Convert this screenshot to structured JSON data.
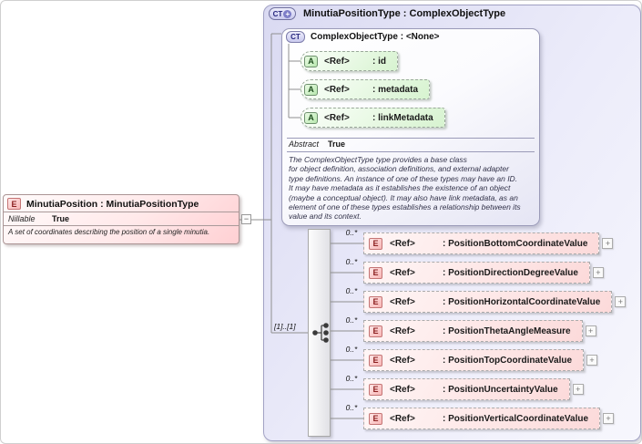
{
  "palette": {
    "type_fill": "#e3e3f7",
    "element_fill": "#fbd7d7",
    "attribute_fill": "#d9f3d2",
    "element_icon_red": "#8b1f1f",
    "ct_icon_blue": "#26267e"
  },
  "element_box": {
    "icon_letter": "E",
    "title": "MinutiaPosition : MinutiaPositionType",
    "nillable_label": "Nillable",
    "nillable_value": "True",
    "annotation": "A set of coordinates describing the position of a single minutia."
  },
  "connector": {
    "collapse_glyph": "−"
  },
  "type_box": {
    "icon_letters": "CT",
    "icon_plus": "+",
    "title": "MinutiaPositionType : ComplexObjectType",
    "base": {
      "icon_letters": "CT",
      "title": "ComplexObjectType : <None>",
      "attributes": [
        {
          "icon_letter": "A",
          "ref": "<Ref>",
          "name": ": id"
        },
        {
          "icon_letter": "A",
          "ref": "<Ref>",
          "name": ": metadata"
        },
        {
          "icon_letter": "A",
          "ref": "<Ref>",
          "name": ": linkMetadata"
        }
      ],
      "abstract_label": "Abstract",
      "abstract_value": "True",
      "documentation": "The ComplexObjectType type provides a base class\nfor object definition, association definitions, and external adapter\ntype definitions. An instance of one of these types may have an ID.\nIt may have metadata as it establishes the existence of an object\n(maybe a conceptual object). It may also have link metadata, as an\nelement of one of these types establishes a relationship between its\nvalue and its context."
    },
    "sequence": {
      "cardinality": "[1]..[1]"
    },
    "elements": [
      {
        "icon_letter": "E",
        "cardinality": "0..*",
        "ref": "<Ref>",
        "name": ": PositionBottomCoordinateValue",
        "expand": "+"
      },
      {
        "icon_letter": "E",
        "cardinality": "0..*",
        "ref": "<Ref>",
        "name": ": PositionDirectionDegreeValue",
        "expand": "+"
      },
      {
        "icon_letter": "E",
        "cardinality": "0..*",
        "ref": "<Ref>",
        "name": ": PositionHorizontalCoordinateValue",
        "expand": "+"
      },
      {
        "icon_letter": "E",
        "cardinality": "0..*",
        "ref": "<Ref>",
        "name": ": PositionThetaAngleMeasure",
        "expand": "+"
      },
      {
        "icon_letter": "E",
        "cardinality": "0..*",
        "ref": "<Ref>",
        "name": ": PositionTopCoordinateValue",
        "expand": "+"
      },
      {
        "icon_letter": "E",
        "cardinality": "0..*",
        "ref": "<Ref>",
        "name": ": PositionUncertaintyValue",
        "expand": "+"
      },
      {
        "icon_letter": "E",
        "cardinality": "0..*",
        "ref": "<Ref>",
        "name": ": PositionVerticalCoordinateValue",
        "expand": "+"
      }
    ]
  }
}
